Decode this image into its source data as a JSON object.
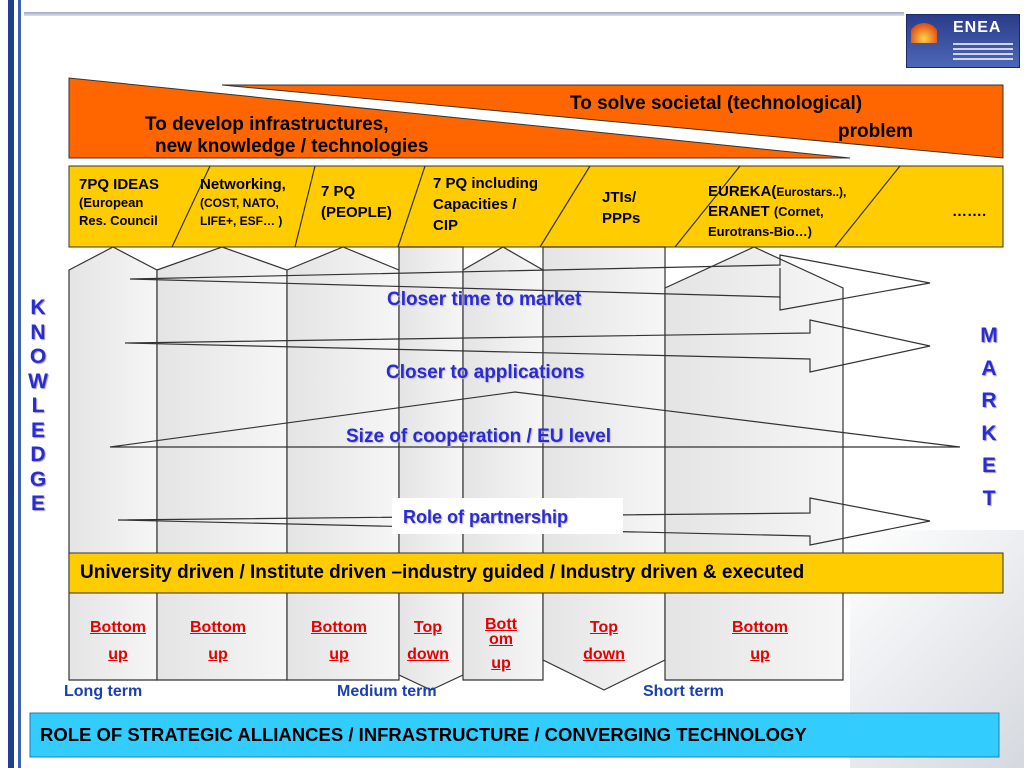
{
  "logo": {
    "title": "ENEA"
  },
  "top_band": {
    "left_text_1": "To develop infrastructures,",
    "left_text_2": "new knowledge / technologies",
    "right_text_1": "To solve societal (technological)",
    "right_text_2": "problem"
  },
  "programs": [
    {
      "line1": "7PQ IDEAS",
      "line2": "(European",
      "line3": "Res. Council"
    },
    {
      "line1": "Networking,",
      "line2": "(COST, NATO,",
      "line3": "LIFE+, ESF… )"
    },
    {
      "line1": "7 PQ",
      "line2": "(PEOPLE)"
    },
    {
      "line1": "7 PQ including",
      "line2": "Capacities /",
      "line3": "CIP"
    },
    {
      "line1": "JTIs/",
      "line2": "PPPs"
    },
    {
      "line1a": "EUREKA(",
      "line1b": "Eurostars..),",
      "line2a": "ERANET ",
      "line2b": "(Cornet,",
      "line3": "Eurotrans-Bio…)"
    },
    {
      "line1": "……."
    }
  ],
  "dimensions": {
    "time": "Closer time to market",
    "applications": "Closer to applications",
    "cooperation": "Size of cooperation / EU level",
    "partnership": "Role of partnership"
  },
  "side_labels": {
    "left": [
      "K",
      "N",
      "O",
      "W",
      "L",
      "E",
      "D",
      "G",
      "E"
    ],
    "right": [
      "M",
      "A",
      "R",
      "K",
      "E",
      "T"
    ]
  },
  "driven_bar": "University driven / Institute driven –industry guided / Industry driven & executed",
  "approaches": [
    {
      "l1": "Bottom",
      "l2": "up"
    },
    {
      "l1": "Bottom",
      "l2": "up"
    },
    {
      "l1": "Bottom",
      "l2": "up"
    },
    {
      "l1": "Top",
      "l2": "down"
    },
    {
      "l1": "Bott",
      "l2": "om",
      "l3": "up"
    },
    {
      "l1": "Top",
      "l2": "down"
    },
    {
      "l1": "Bottom",
      "l2": "up"
    }
  ],
  "terms": {
    "long": "Long term",
    "medium": "Medium term",
    "short": "Short term"
  },
  "footer": "ROLE OF STRATEGIC ALLIANCES / INFRASTRUCTURE / CONVERGING TECHNOLOGY",
  "colors": {
    "orange": "#ff6600",
    "yellow": "#ffcc00",
    "cyan": "#33ccff",
    "blue_text": "#2a2ad8",
    "red_text": "#e60000"
  }
}
